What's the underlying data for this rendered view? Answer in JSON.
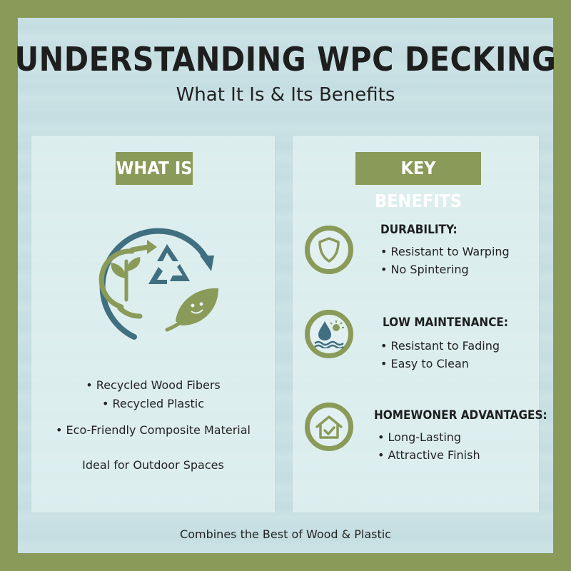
{
  "title": "UNDERSTANDING WPC DECKING",
  "subtitle": "What It Is & Its Benefits",
  "what_is": {
    "heading": "WHAT IS",
    "items": [
      "• Recycled Wood Fibers",
      "• Recycled Plastic",
      "• Eco-Friendly Composite Material"
    ],
    "note": "Ideal for Outdoor Spaces"
  },
  "benefits": {
    "heading": "KEY BENEFITS",
    "groups": [
      {
        "icon": "shield-icon",
        "title": "DURABILITY:",
        "items": [
          "• Resistant to Warping",
          "• No Spintering"
        ]
      },
      {
        "icon": "water-drop-sun-icon",
        "title": "LOW MAINTENANCE:",
        "items": [
          "• Resistant to Fading",
          "• Easy to Clean"
        ]
      },
      {
        "icon": "house-check-icon",
        "title": "HOMEWONER ADVANTAGES:",
        "items": [
          "• Long-Lasting",
          "• Attractive Finish"
        ]
      }
    ]
  },
  "footer": "Combines the Best of Wood & Plastic",
  "colors": {
    "frame": "#8a9a58",
    "background": "#c9e1e4",
    "teal": "#3f6f80",
    "text": "#222222"
  }
}
